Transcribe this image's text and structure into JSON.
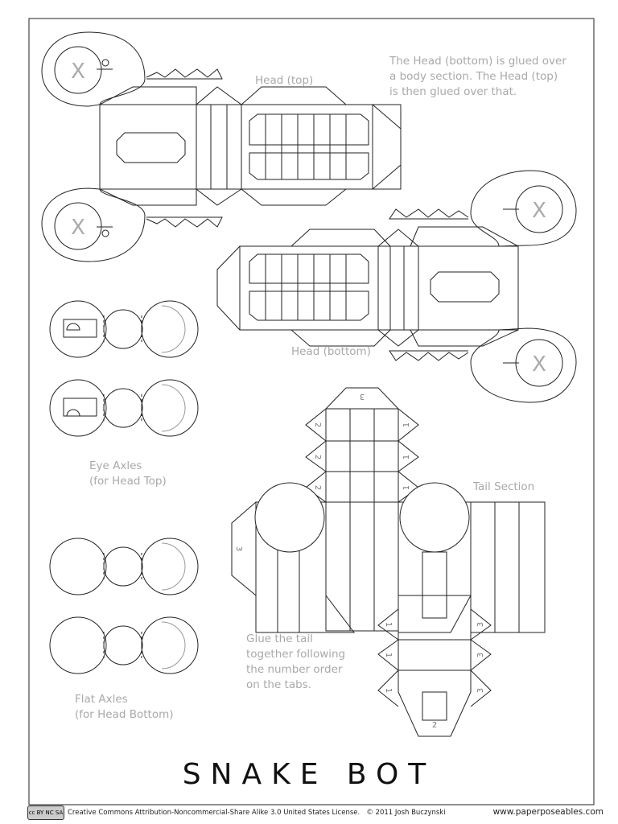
{
  "labels": {
    "head_top": "Head (top)",
    "head_note": [
      "The Head (bottom) is glued over",
      "a body section. The Head (top)",
      "is then glued over that."
    ],
    "head_bottom": "Head (bottom)",
    "eye_axles": [
      "Eye Axles",
      "(for Head Top)"
    ],
    "flat_axles": [
      "Flat Axles",
      "(for Head Bottom)"
    ],
    "tail_section": "Tail Section",
    "tail_note": [
      "Glue the tail",
      "together following",
      "the number order",
      "on the tabs."
    ]
  },
  "marks": {
    "x": "X",
    "tab_numbers": [
      "1",
      "2",
      "3"
    ]
  },
  "title": "SNAKE BOT",
  "footer": {
    "license_badge": "cc BY NC SA",
    "license": "Creative Commons Attribution-Noncommercial-Share Alike 3.0 United States License.",
    "copyright": "© 2011 Josh Buczynski",
    "url": "www.paperposeables.com"
  }
}
